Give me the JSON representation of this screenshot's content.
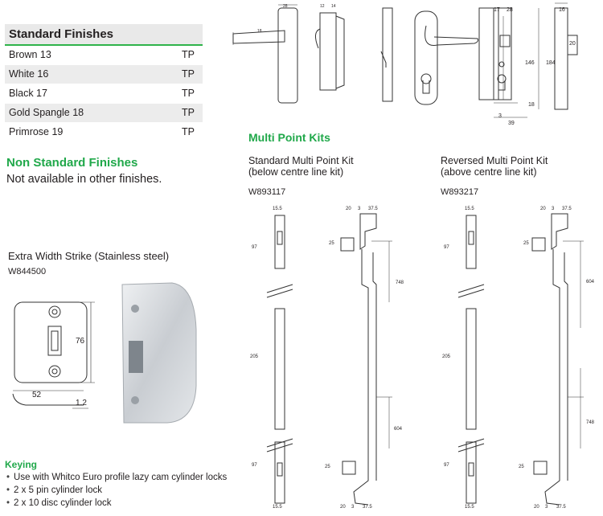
{
  "standard_finishes": {
    "title": "Standard Finishes",
    "rows": [
      {
        "name": "Brown 13",
        "code": "TP"
      },
      {
        "name": "White 16",
        "code": "TP"
      },
      {
        "name": "Black 17",
        "code": "TP"
      },
      {
        "name": "Gold Spangle 18",
        "code": "TP"
      },
      {
        "name": "Primrose 19",
        "code": "TP"
      }
    ]
  },
  "non_standard": {
    "title": "Non Standard Finishes",
    "text": "Not available in other finishes."
  },
  "strike": {
    "title": "Extra Width Strike (Stainless steel)",
    "code": "W844500",
    "dims": {
      "height": "76",
      "width": "52",
      "thickness": "1.2"
    }
  },
  "keying": {
    "title": "Keying",
    "items": [
      "Use with Whitco Euro profile lazy cam cylinder locks",
      "2 x 5 pin cylinder lock",
      "2 x 10 disc cylinder lock"
    ]
  },
  "handle_dims": {
    "a": "28",
    "b": "18",
    "c": "12",
    "d": "14",
    "e": "17",
    "f": "28",
    "g": "16",
    "h": "20",
    "i": "146",
    "j": "184",
    "k": "18",
    "l": "3",
    "m": "39"
  },
  "multi_point": {
    "title": "Multi Point Kits",
    "kits": [
      {
        "name_line1": "Standard Multi Point Kit",
        "name_line2": "(below centre line kit)",
        "code": "W893117",
        "dims": {
          "top": "15.5",
          "upper": "97",
          "mid": "205",
          "lower": "97",
          "bottom": "15.5",
          "r_top_a": "20",
          "r_top_b": "3",
          "r_top_c": "37.5",
          "r_25a": "25",
          "r_len1": "748",
          "r_len2": "604",
          "r_25b": "25",
          "r_bot_a": "20",
          "r_bot_b": "3",
          "r_bot_c": "37.5"
        }
      },
      {
        "name_line1": "Reversed Multi Point Kit",
        "name_line2": "(above centre line kit)",
        "code": "W893217",
        "dims": {
          "top": "15.5",
          "upper": "97",
          "mid": "205",
          "lower": "97",
          "bottom": "15.5",
          "r_top_a": "20",
          "r_top_b": "3",
          "r_top_c": "37.5",
          "r_25a": "25",
          "r_len1": "604",
          "r_len2": "748",
          "r_25b": "25",
          "r_bot_a": "20",
          "r_bot_b": "3",
          "r_bot_c": "37.5"
        }
      }
    ]
  }
}
